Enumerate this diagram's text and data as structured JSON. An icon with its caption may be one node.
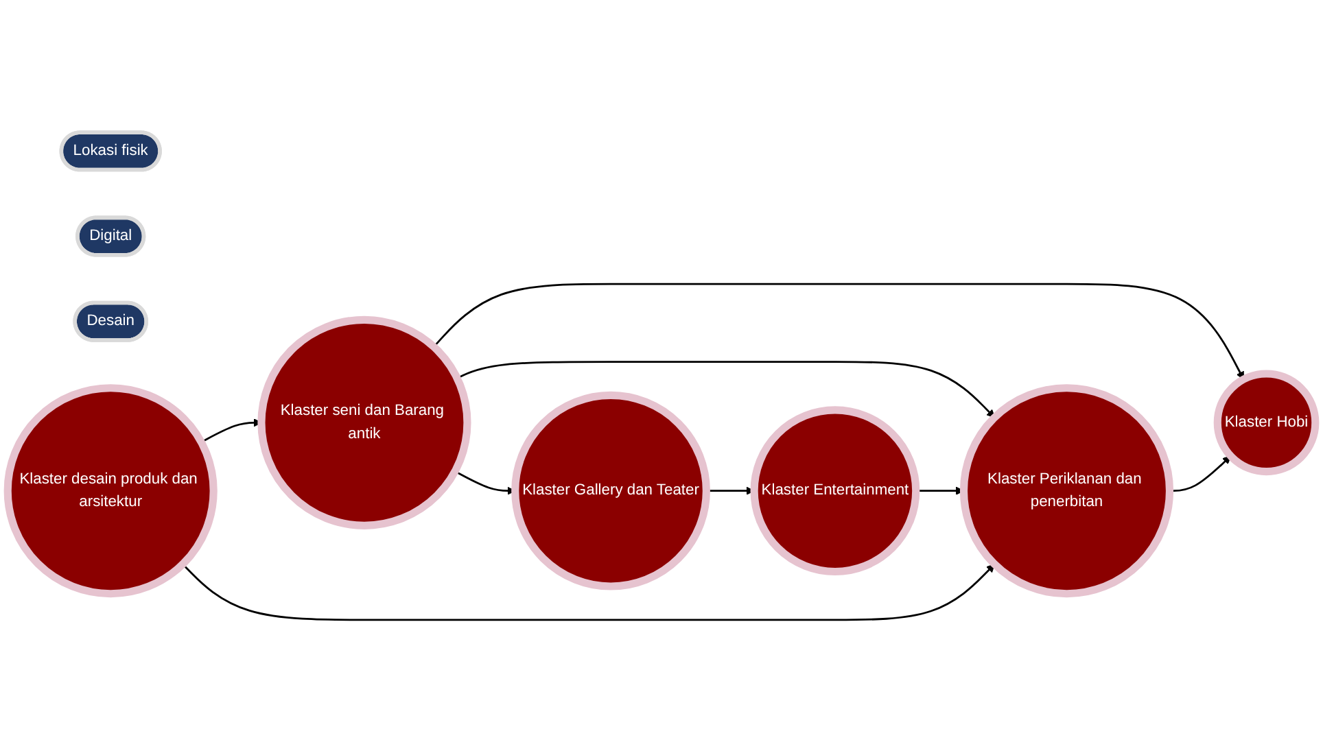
{
  "diagram": {
    "nodes": [
      {
        "text": [
          "Lokasi fisik"
        ]
      },
      {
        "text": [
          "Digital"
        ]
      },
      {
        "text": [
          "Desain"
        ]
      },
      {
        "text": [
          "Klaster seni dan Barang antik"
        ]
      },
      {
        "text": [
          "Klaster Gallery dan Teater"
        ]
      },
      {
        "text": [
          "Klaster Hobi"
        ]
      },
      {
        "text": [
          "Klaster desain produk dan arsitektur"
        ]
      },
      {
        "text": [
          "Klaster Entertainment"
        ]
      },
      {
        "text": [
          "Klaster Periklanan dan penerbitan"
        ]
      }
    ],
    "edges": [
      {
        "from": 6,
        "to": 3,
        "arrow": "to"
      },
      {
        "from": 3,
        "to": 8,
        "arrow": "to"
      },
      {
        "from": 3,
        "to": 4,
        "arrow": "to"
      },
      {
        "from": 3,
        "to": 5,
        "arrow": "to"
      },
      {
        "from": 4,
        "to": 7,
        "arrow": "to"
      },
      {
        "from": 7,
        "to": 8,
        "arrow": "to"
      },
      {
        "from": 8,
        "to": 5,
        "arrow": "to"
      },
      {
        "from": 6,
        "to": 8,
        "arrow": "to"
      }
    ]
  }
}
